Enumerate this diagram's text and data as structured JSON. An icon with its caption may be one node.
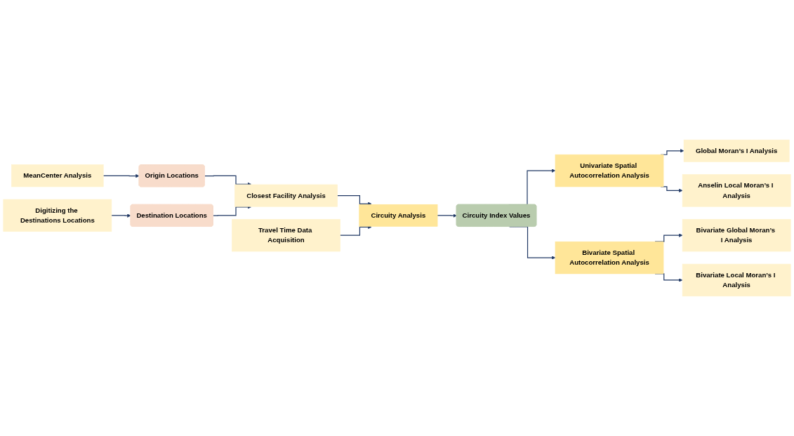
{
  "diagram": {
    "nodes": [
      {
        "text": [
          "MeanCenter Analysis"
        ]
      },
      {
        "text": [
          "Origin Locations"
        ]
      },
      {
        "text": [
          "Digitizing the Destinations Locations"
        ]
      },
      {
        "text": [
          "Destination Locations"
        ]
      },
      {
        "text": [
          "Closest Facility Analysis"
        ]
      },
      {
        "text": [
          "Travel Time Data Acquisition"
        ]
      },
      {
        "text": [
          "Circuity Analysis"
        ]
      },
      {
        "text": [
          "Circuity Index Values"
        ]
      },
      {
        "text": [
          "Univariate Spatial Autocorrelation Analysis"
        ]
      },
      {
        "text": [
          "Bivariate Spatial Autocorrelation Analysis"
        ]
      },
      {
        "text": [
          "Global Moran’s I Analysis"
        ]
      },
      {
        "text": [
          "Anselin Local Moran’s I Analysis"
        ]
      },
      {
        "text": [
          "Bivariate Global Moran’s I Analysis"
        ]
      },
      {
        "text": [
          "Bivariate Local Moran’s I Analysis"
        ]
      }
    ],
    "edges": [
      {
        "from": 0,
        "to": 1,
        "arrow": "to"
      },
      {
        "from": 2,
        "to": 3,
        "arrow": "to"
      },
      {
        "from": 1,
        "to": 4,
        "arrow": "to"
      },
      {
        "from": 3,
        "to": 4,
        "arrow": "to"
      },
      {
        "from": 4,
        "to": 6,
        "arrow": "to"
      },
      {
        "from": 5,
        "to": 6,
        "arrow": "to"
      },
      {
        "from": 6,
        "to": 7,
        "arrow": "to"
      },
      {
        "from": 7,
        "to": 8,
        "arrow": "to"
      },
      {
        "from": 7,
        "to": 9,
        "arrow": "to"
      },
      {
        "from": 8,
        "to": 10,
        "arrow": "to"
      },
      {
        "from": 8,
        "to": 11,
        "arrow": "to"
      },
      {
        "from": 9,
        "to": 12,
        "arrow": "to"
      },
      {
        "from": 9,
        "to": 13,
        "arrow": "to"
      }
    ]
  }
}
